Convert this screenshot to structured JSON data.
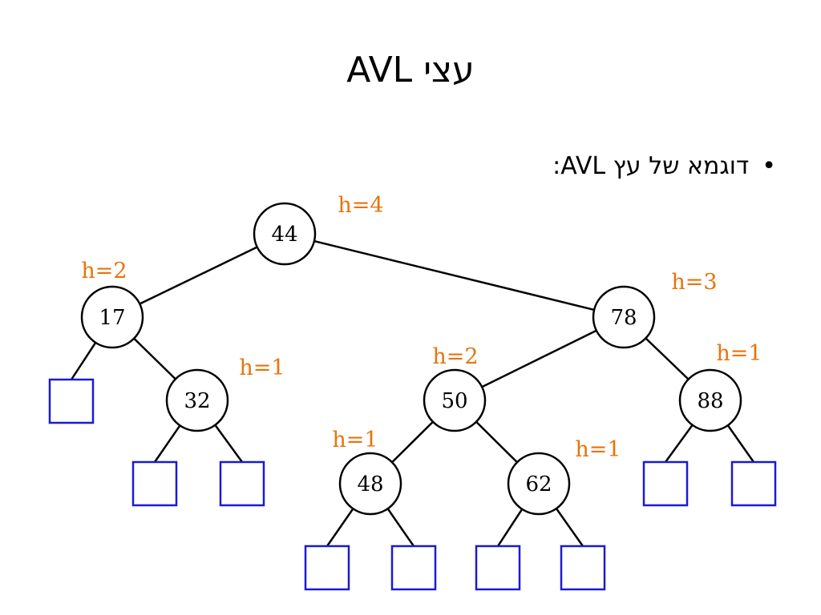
{
  "slide": {
    "title": "עצי AVL",
    "bullet": "דוגמא של עץ AVL:"
  },
  "colors": {
    "edge": "#000000",
    "node_stroke": "#000000",
    "leaf_stroke": "#1a1ad6",
    "height_label": "#e8730a"
  },
  "tree": {
    "nodes": [
      {
        "id": "n44",
        "key": "44",
        "height": "h=4"
      },
      {
        "id": "n17",
        "key": "17",
        "height": "h=2"
      },
      {
        "id": "n78",
        "key": "78",
        "height": "h=3"
      },
      {
        "id": "n32",
        "key": "32",
        "height": "h=1"
      },
      {
        "id": "n50",
        "key": "50",
        "height": "h=2"
      },
      {
        "id": "n88",
        "key": "88",
        "height": "h=1"
      },
      {
        "id": "n48",
        "key": "48",
        "height": "h=1"
      },
      {
        "id": "n62",
        "key": "62",
        "height": "h=1"
      }
    ],
    "edges": [
      [
        "n44",
        "n17"
      ],
      [
        "n44",
        "n78"
      ],
      [
        "n17",
        "l1"
      ],
      [
        "n17",
        "n32"
      ],
      [
        "n32",
        "l2"
      ],
      [
        "n32",
        "l3"
      ],
      [
        "n78",
        "n50"
      ],
      [
        "n78",
        "n88"
      ],
      [
        "n50",
        "n48"
      ],
      [
        "n50",
        "n62"
      ],
      [
        "n88",
        "l4"
      ],
      [
        "n88",
        "l5"
      ],
      [
        "n48",
        "l6"
      ],
      [
        "n48",
        "l7"
      ],
      [
        "n62",
        "l8"
      ],
      [
        "n62",
        "l9"
      ]
    ],
    "leaves": [
      "l1",
      "l2",
      "l3",
      "l4",
      "l5",
      "l6",
      "l7",
      "l8",
      "l9"
    ]
  }
}
